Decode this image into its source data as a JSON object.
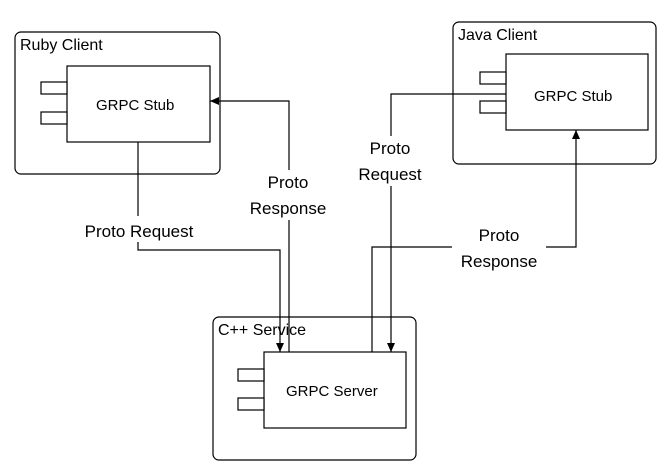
{
  "nodes": {
    "ruby_client": {
      "title": "Ruby Client",
      "component": "GRPC Stub"
    },
    "java_client": {
      "title": "Java Client",
      "component": "GRPC Stub"
    },
    "cpp_service": {
      "title": "C++ Service",
      "component": "GRPC Server"
    }
  },
  "edges": {
    "ruby_request": {
      "label": "Proto Request"
    },
    "ruby_response": {
      "line1": "Proto",
      "line2": "Response"
    },
    "java_request": {
      "line1": "Proto",
      "line2": "Request"
    },
    "java_response": {
      "line1": "Proto",
      "line2": "Response"
    }
  }
}
